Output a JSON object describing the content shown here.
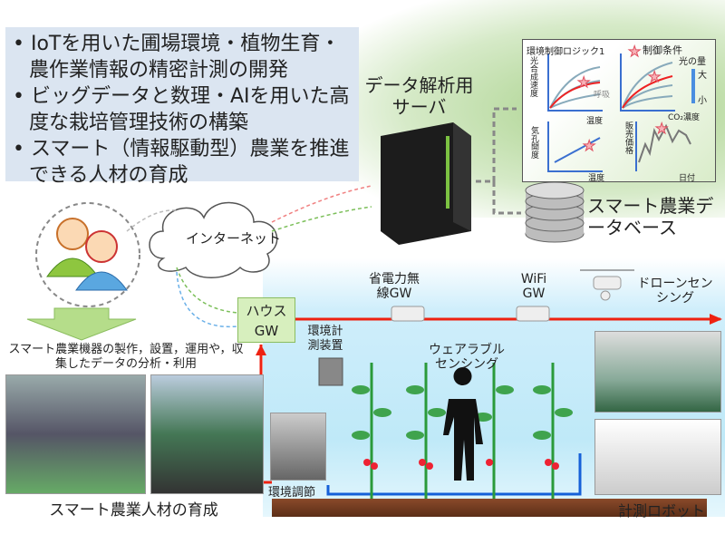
{
  "bullets": [
    "IoTを用いた圃場環境・植物生育・農作業情報の精密計測の開発",
    "ビッグデータと数理・AIを用いた高度な栽培管理技術の構築",
    "スマート（情報駆動型）農業を推進できる人材の育成"
  ],
  "server_label": "データ解析用サーバ",
  "db_label": "スマート農業データベース",
  "internet_label": "インターネット",
  "logic_panel": {
    "title": "環境制御ロジック1",
    "legend": "制御条件",
    "y1": "光合成速度",
    "respiration": "呼吸",
    "x1": "温度",
    "light": "光の量",
    "large": "大",
    "small": "小",
    "x2": "CO₂濃度",
    "y3": "気孔開度",
    "x3": "温度",
    "y4": "販売価格",
    "x4": "日付"
  },
  "training_text": "スマート農業機器の製作，設置，運用や，収集したデータの分析・利用",
  "training_caption": "スマート農業人材の育成",
  "house_gw": "ハウスGW",
  "lowpower_gw": "省電力無線GW",
  "wifi_gw": "WiFi GW",
  "drone": "ドローンセンシング",
  "env_device": "環境計測装置",
  "wearable": "ウェアラブルセンシング",
  "env_control": "環境調節",
  "robot": "計測ロボット"
}
